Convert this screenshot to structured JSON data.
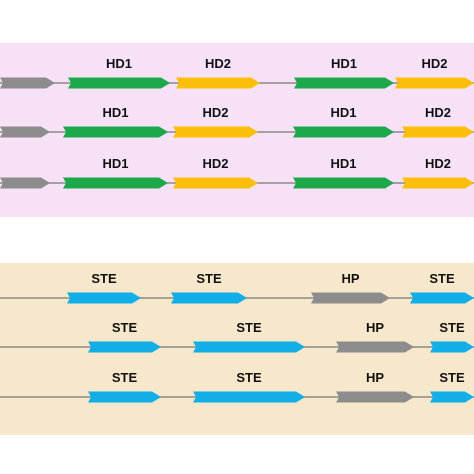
{
  "colors": {
    "panel_top_bg": "#f6e1f6",
    "panel_bottom_bg": "#f7e8cc",
    "backbone": "#8a8a8a",
    "gray_gene": "#8c8c8c",
    "green_gene": "#1da84a",
    "yellow_gene": "#fbbf0a",
    "blue_gene": "#12aee8"
  },
  "top_panel": {
    "rows": [
      {
        "genes": [
          {
            "type": "gray",
            "label": ""
          },
          {
            "type": "green",
            "label": "HD1"
          },
          {
            "type": "yellow",
            "label": "HD2"
          },
          {
            "type": "green",
            "label": "HD1"
          },
          {
            "type": "yellow",
            "label": "HD2"
          }
        ]
      },
      {
        "genes": [
          {
            "type": "gray",
            "label": ""
          },
          {
            "type": "green",
            "label": "HD1"
          },
          {
            "type": "yellow",
            "label": "HD2"
          },
          {
            "type": "green",
            "label": "HD1"
          },
          {
            "type": "yellow",
            "label": "HD2"
          }
        ]
      },
      {
        "genes": [
          {
            "type": "gray",
            "label": ""
          },
          {
            "type": "green",
            "label": "HD1"
          },
          {
            "type": "yellow",
            "label": "HD2"
          },
          {
            "type": "green",
            "label": "HD1"
          },
          {
            "type": "yellow",
            "label": "HD2"
          }
        ]
      }
    ]
  },
  "bottom_panel": {
    "rows": [
      {
        "genes": [
          {
            "type": "blue",
            "label": "STE"
          },
          {
            "type": "blue",
            "label": "STE"
          },
          {
            "type": "gray",
            "label": "HP"
          },
          {
            "type": "blue",
            "label": "STE"
          }
        ]
      },
      {
        "genes": [
          {
            "type": "blue",
            "label": "STE"
          },
          {
            "type": "blue",
            "label": "STE"
          },
          {
            "type": "gray",
            "label": "HP"
          },
          {
            "type": "blue",
            "label": "STE"
          }
        ]
      },
      {
        "genes": [
          {
            "type": "blue",
            "label": "STE"
          },
          {
            "type": "blue",
            "label": "STE"
          },
          {
            "type": "gray",
            "label": "HP"
          },
          {
            "type": "blue",
            "label": "STE"
          }
        ]
      }
    ]
  }
}
